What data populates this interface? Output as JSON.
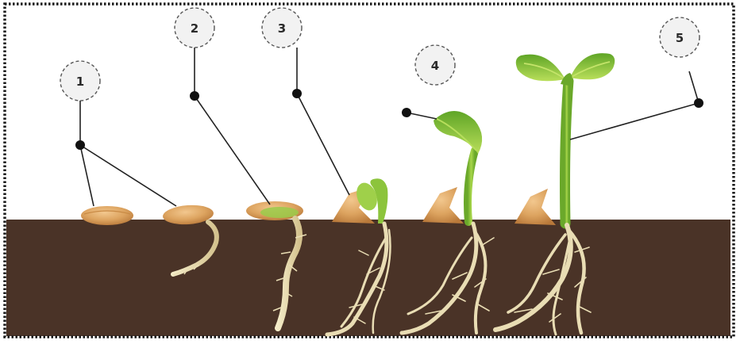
{
  "diagram": {
    "stage_labels": [
      "1",
      "2",
      "3",
      "4",
      "5"
    ],
    "colors": {
      "soil": "#4a3327",
      "frame": "#1a1a1a",
      "seed": "#d9a25e",
      "seed_dark": "#b9793a",
      "root": "#e9ddb4",
      "root_shadow": "#cdbb8a",
      "stem": "#8cc43c",
      "leaf": "#7cbc2e",
      "leaf_light": "#b6dc58",
      "leader": "#222222",
      "bubble_fill": "#f2f2f2",
      "bubble_stroke": "#555555"
    }
  }
}
